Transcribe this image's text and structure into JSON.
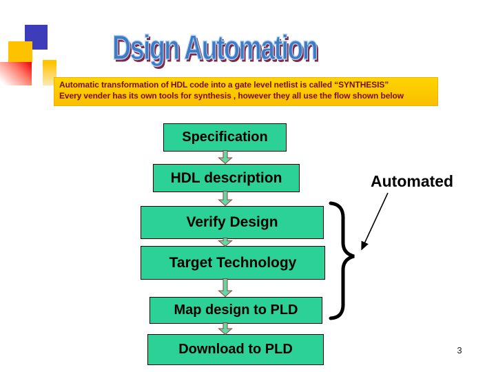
{
  "slide": {
    "title": "Dsign Automation",
    "note": {
      "line1": "Automatic transformation of HDL code into a gate level netlist is called “SYNTHESIS”",
      "line2": "Every vender has its own tools for synthesis , however they all use the flow shown below"
    },
    "flow": {
      "steps": [
        {
          "label": "Specification"
        },
        {
          "label": "HDL description"
        },
        {
          "label": "Verify Design"
        },
        {
          "label": "Target Technology"
        },
        {
          "label": "Map design to PLD"
        },
        {
          "label": "Download to PLD"
        }
      ],
      "annotation": "Automated",
      "automated_steps": [
        "Verify Design",
        "Target Technology",
        "Map design to PLD"
      ]
    },
    "page_number": "3",
    "colors": {
      "box_fill": "#2BD196",
      "box_border": "#000000",
      "note_bg": "#FFCC00",
      "note_text": "#7A0C00",
      "title_fill": "#3E7BC4",
      "title_outline": "#AFD2F2",
      "title_shadow": "#832643",
      "connector_fill": "#62D8A6",
      "connector_outline": "#9E3A32",
      "decor_blue": "#3D3DBB",
      "decor_yellow": "#FFC200",
      "decor_red": "#EE0000"
    }
  }
}
